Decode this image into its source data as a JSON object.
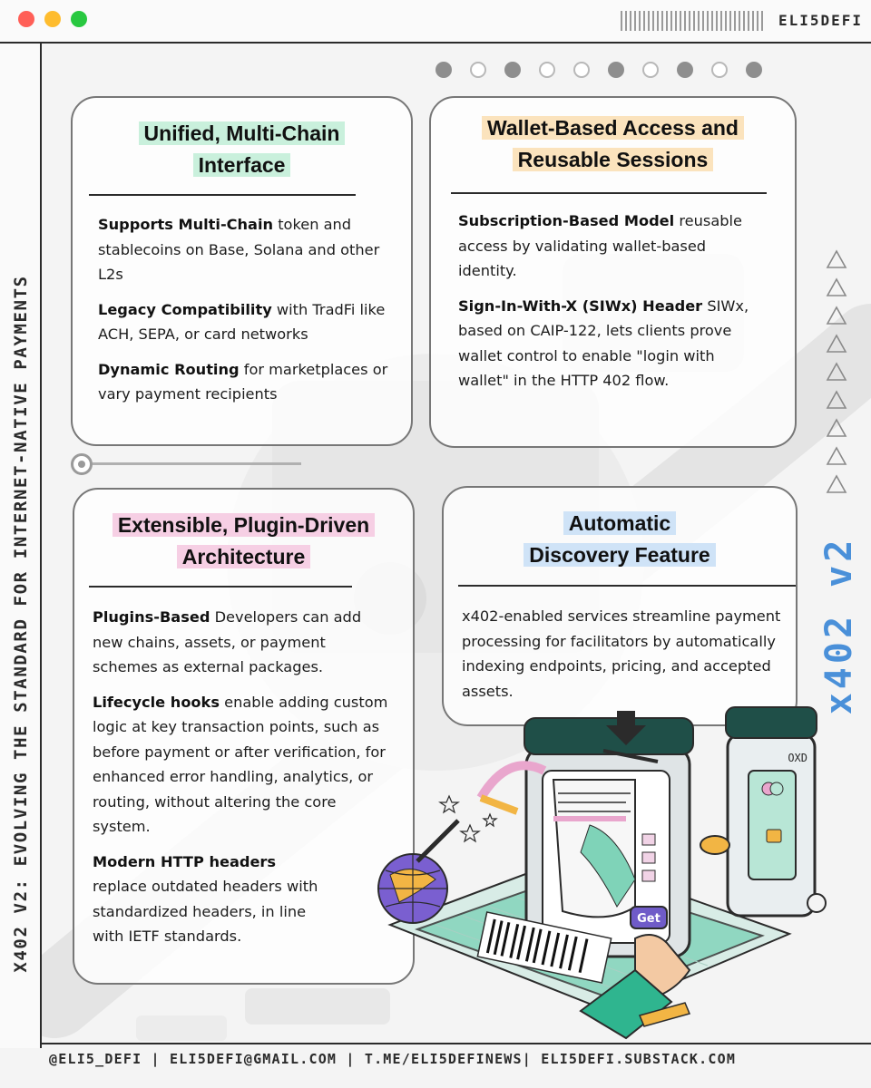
{
  "window": {
    "brand": "ELI5DEFI"
  },
  "side_title": "X402 V2: EVOLVING THE STANDARD FOR INTERNET-NATIVE PAYMENTS",
  "logo_vertical": "x402 v2",
  "footer": {
    "text": "@ELI5_DEFI | ELI5DEFI@GMAIL.COM | T.ME/ELI5DEFINEWS| ELI5DEFI.SUBSTACK.COM"
  },
  "colors": {
    "green_highlight": "#c9f0dc",
    "orange_highlight": "#fbe3bd",
    "pink_highlight": "#f6cfe4",
    "blue_highlight": "#cfe3f7",
    "logo_blue": "#4a90d9"
  },
  "cards": {
    "multichain": {
      "title_line1": "Unified, Multi-Chain",
      "title_line2": "Interface",
      "items": [
        {
          "bold": "Supports Multi-Chain",
          "text": " token and stablecoins on Base, Solana and other L2s"
        },
        {
          "bold": "Legacy Compatibility",
          "text": " with TradFi like ACH, SEPA, or card networks"
        },
        {
          "bold": "Dynamic Routing",
          "text": " for marketplaces or vary payment recipients"
        }
      ]
    },
    "wallet": {
      "title_line1": "Wallet-Based Access and",
      "title_line2": "Reusable Sessions",
      "items": [
        {
          "bold": "Subscription-Based Model",
          "text": " reusable access by validating wallet-based identity."
        },
        {
          "bold": "Sign-In-With-X (SIWx) Header",
          "text": " SIWx, based on CAIP-122, lets clients prove wallet control to enable \"login with wallet\" in the HTTP 402 flow."
        }
      ]
    },
    "plugin": {
      "title_line1": "Extensible, Plugin-Driven",
      "title_line2": "Architecture",
      "items": [
        {
          "bold": "Plugins-Based",
          "text": " Developers can add new chains, assets, or payment schemes as external packages."
        },
        {
          "bold": "Lifecycle hooks",
          "text": " enable adding custom logic at key transaction points, such as before payment or after verification, for enhanced error handling, analytics, or routing, without altering the core system."
        },
        {
          "bold": "Modern HTTP headers",
          "text": " replace outdated headers with standardized headers, in line with IETF standards."
        }
      ]
    },
    "discovery": {
      "title_line1": "Automatic",
      "title_line2": "Discovery Feature",
      "body": "x402-enabled services streamline payment processing for facilitators by automatically indexing endpoints, pricing, and accepted assets."
    }
  },
  "illustration": {
    "button_label": "Get",
    "device_label": "OXD"
  },
  "decor": {
    "dot_pattern": [
      "filled",
      "hollow",
      "filled",
      "hollow",
      "hollow",
      "filled",
      "hollow",
      "filled",
      "hollow",
      "filled"
    ],
    "triangle_count": 9
  }
}
